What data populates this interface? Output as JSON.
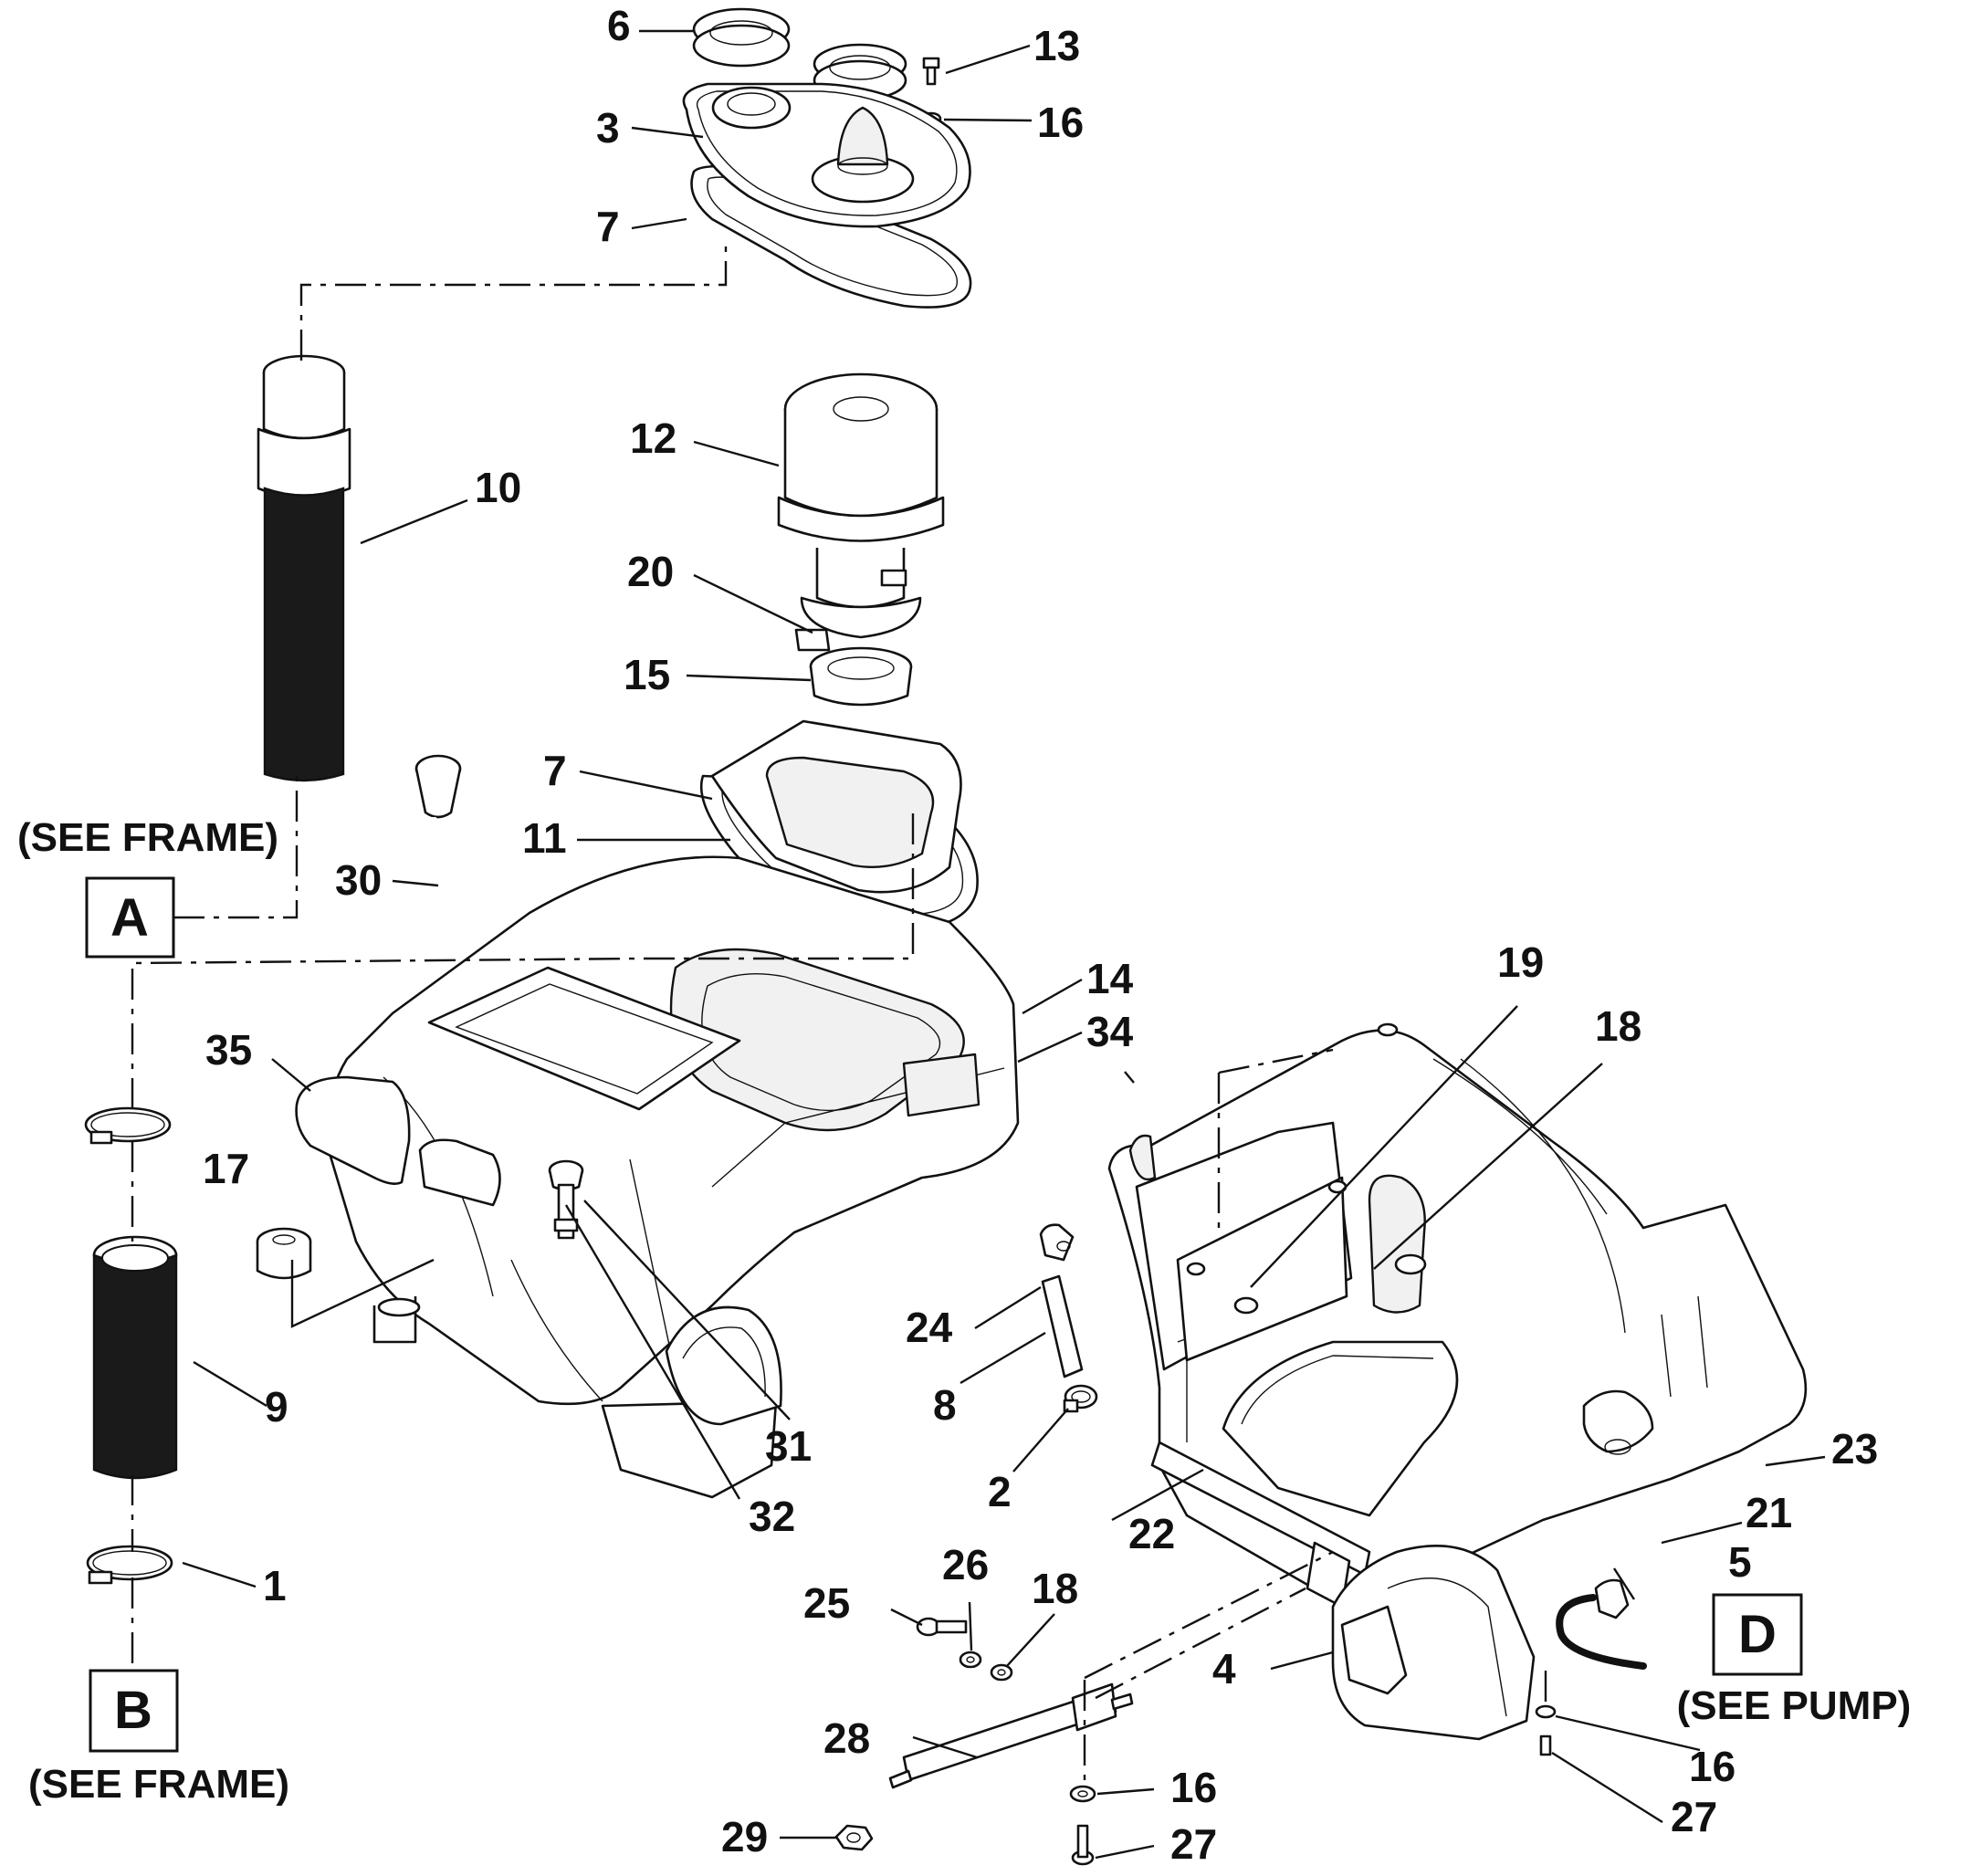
{
  "callouts": {
    "c1": "1",
    "c2": "2",
    "c3": "3",
    "c4": "4",
    "c5": "5",
    "c6": "6",
    "c7a": "7",
    "c7b": "7",
    "c8": "8",
    "c9": "9",
    "c10": "10",
    "c11": "11",
    "c12": "12",
    "c13": "13",
    "c14": "14",
    "c15": "15",
    "c16a": "16",
    "c16b": "16",
    "c16c": "16",
    "c17": "17",
    "c18a": "18",
    "c18b": "18",
    "c19": "19",
    "c20": "20",
    "c21": "21",
    "c22": "22",
    "c23": "23",
    "c24": "24",
    "c25": "25",
    "c26": "26",
    "c27a": "27",
    "c27b": "27",
    "c28": "28",
    "c29": "29",
    "c30": "30",
    "c31": "31",
    "c32": "32",
    "c34": "34",
    "c35": "35"
  },
  "references": {
    "a": {
      "letter": "A",
      "note": "(SEE FRAME)"
    },
    "b": {
      "letter": "B",
      "note": "(SEE FRAME)"
    },
    "d": {
      "letter": "D",
      "note": "(SEE PUMP)"
    }
  },
  "colors": {
    "line": "#111111",
    "hose": "#1a1a1a",
    "background": "#ffffff"
  }
}
